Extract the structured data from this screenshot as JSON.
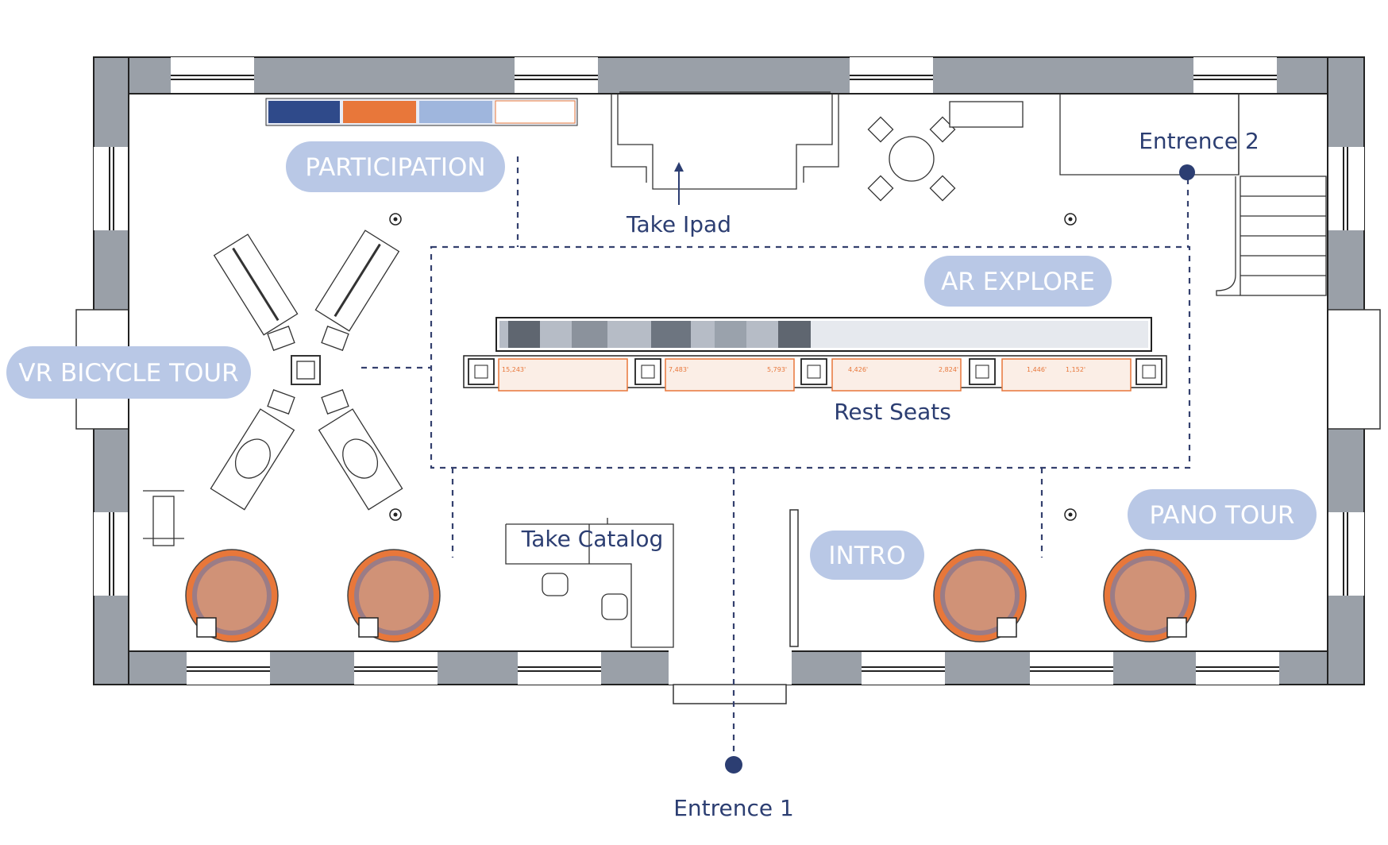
{
  "zones": {
    "participation": "PARTICIPATION",
    "ar_explore": "AR EXPLORE",
    "vr_bicycle_tour": "VR BICYCLE TOUR",
    "intro": "INTRO",
    "pano_tour": "PANO TOUR"
  },
  "notes": {
    "take_ipad": "Take Ipad",
    "rest_seats": "Rest Seats",
    "take_catalog": "Take Catalog",
    "entrance_1": "Entrence 1",
    "entrance_2": "Entrence 2"
  },
  "panel_numbers": [
    "15,243'",
    "7,483'",
    "5,793'",
    "4,426'",
    "2,824'",
    "1,446'",
    "1,152'"
  ],
  "colors": {
    "zone_pill": "#b9c8e6",
    "label_text": "#2c3e72",
    "wall": "#9aa0a8",
    "accent_orange": "#e8773a",
    "accent_blue": "#5b82c4"
  }
}
